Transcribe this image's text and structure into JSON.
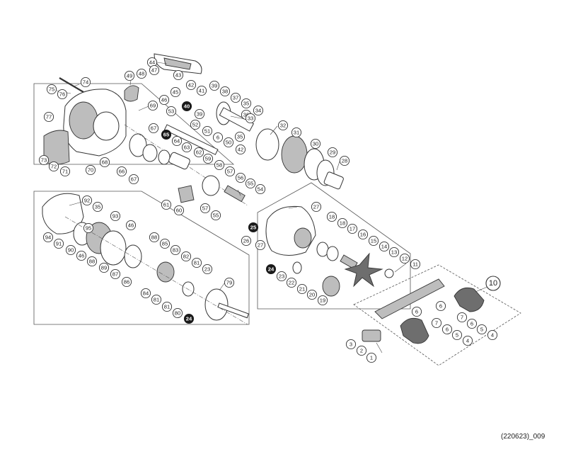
{
  "footer_code": "(220623)_009",
  "callouts": [
    {
      "label": "74",
      "style": "normal"
    },
    {
      "label": "75",
      "style": "normal"
    },
    {
      "label": "76",
      "style": "normal"
    },
    {
      "label": "77",
      "style": "normal"
    },
    {
      "label": "73",
      "style": "normal"
    },
    {
      "label": "72",
      "style": "normal"
    },
    {
      "label": "71",
      "style": "normal"
    },
    {
      "label": "70",
      "style": "normal"
    },
    {
      "label": "68",
      "style": "normal"
    },
    {
      "label": "69",
      "style": "normal"
    },
    {
      "label": "66",
      "style": "normal"
    },
    {
      "label": "67",
      "style": "normal"
    },
    {
      "label": "67",
      "style": "normal"
    },
    {
      "label": "44",
      "style": "normal"
    },
    {
      "label": "43",
      "style": "normal"
    },
    {
      "label": "49",
      "style": "normal"
    },
    {
      "label": "48",
      "style": "normal"
    },
    {
      "label": "47",
      "style": "normal"
    },
    {
      "label": "45",
      "style": "normal"
    },
    {
      "label": "46",
      "style": "normal"
    },
    {
      "label": "42",
      "style": "normal"
    },
    {
      "label": "41",
      "style": "normal"
    },
    {
      "label": "40",
      "style": "dark"
    },
    {
      "label": "39",
      "style": "normal"
    },
    {
      "label": "38",
      "style": "normal"
    },
    {
      "label": "37",
      "style": "normal"
    },
    {
      "label": "35",
      "style": "normal"
    },
    {
      "label": "36",
      "style": "normal"
    },
    {
      "label": "34",
      "style": "normal"
    },
    {
      "label": "39",
      "style": "normal"
    },
    {
      "label": "33",
      "style": "normal"
    },
    {
      "label": "35",
      "style": "normal"
    },
    {
      "label": "32",
      "style": "normal"
    },
    {
      "label": "31",
      "style": "normal"
    },
    {
      "label": "30",
      "style": "normal"
    },
    {
      "label": "29",
      "style": "normal"
    },
    {
      "label": "28",
      "style": "normal"
    },
    {
      "label": "53",
      "style": "normal"
    },
    {
      "label": "52",
      "style": "normal"
    },
    {
      "label": "51",
      "style": "normal"
    },
    {
      "label": "6",
      "style": "normal"
    },
    {
      "label": "50",
      "style": "normal"
    },
    {
      "label": "42",
      "style": "normal"
    },
    {
      "label": "65",
      "style": "dark"
    },
    {
      "label": "64",
      "style": "normal"
    },
    {
      "label": "63",
      "style": "normal"
    },
    {
      "label": "62",
      "style": "normal"
    },
    {
      "label": "59",
      "style": "normal"
    },
    {
      "label": "58",
      "style": "normal"
    },
    {
      "label": "57",
      "style": "normal"
    },
    {
      "label": "56",
      "style": "normal"
    },
    {
      "label": "55",
      "style": "normal"
    },
    {
      "label": "54",
      "style": "normal"
    },
    {
      "label": "57",
      "style": "normal"
    },
    {
      "label": "55",
      "style": "normal"
    },
    {
      "label": "61",
      "style": "normal"
    },
    {
      "label": "60",
      "style": "normal"
    },
    {
      "label": "92",
      "style": "normal"
    },
    {
      "label": "35",
      "style": "normal"
    },
    {
      "label": "93",
      "style": "normal"
    },
    {
      "label": "46",
      "style": "normal"
    },
    {
      "label": "95",
      "style": "normal"
    },
    {
      "label": "94",
      "style": "normal"
    },
    {
      "label": "91",
      "style": "normal"
    },
    {
      "label": "90",
      "style": "normal"
    },
    {
      "label": "46",
      "style": "normal"
    },
    {
      "label": "88",
      "style": "normal"
    },
    {
      "label": "89",
      "style": "normal"
    },
    {
      "label": "87",
      "style": "normal"
    },
    {
      "label": "86",
      "style": "normal"
    },
    {
      "label": "88",
      "style": "normal"
    },
    {
      "label": "85",
      "style": "normal"
    },
    {
      "label": "83",
      "style": "normal"
    },
    {
      "label": "82",
      "style": "normal"
    },
    {
      "label": "81",
      "style": "normal"
    },
    {
      "label": "84",
      "style": "normal"
    },
    {
      "label": "81",
      "style": "normal"
    },
    {
      "label": "81",
      "style": "normal"
    },
    {
      "label": "80",
      "style": "normal"
    },
    {
      "label": "23",
      "style": "normal"
    },
    {
      "label": "24",
      "style": "dark"
    },
    {
      "label": "79",
      "style": "normal"
    },
    {
      "label": "27",
      "style": "normal"
    },
    {
      "label": "25",
      "style": "dark"
    },
    {
      "label": "26",
      "style": "normal"
    },
    {
      "label": "27",
      "style": "normal"
    },
    {
      "label": "24",
      "style": "dark"
    },
    {
      "label": "23",
      "style": "normal"
    },
    {
      "label": "22",
      "style": "normal"
    },
    {
      "label": "21",
      "style": "normal"
    },
    {
      "label": "20",
      "style": "normal"
    },
    {
      "label": "19",
      "style": "normal"
    },
    {
      "label": "18",
      "style": "normal"
    },
    {
      "label": "18",
      "style": "normal"
    },
    {
      "label": "17",
      "style": "normal"
    },
    {
      "label": "16",
      "style": "normal"
    },
    {
      "label": "15",
      "style": "normal"
    },
    {
      "label": "14",
      "style": "normal"
    },
    {
      "label": "13",
      "style": "normal"
    },
    {
      "label": "12",
      "style": "normal"
    },
    {
      "label": "11",
      "style": "normal"
    },
    {
      "label": "10",
      "style": "big"
    },
    {
      "label": "6",
      "style": "normal"
    },
    {
      "label": "7",
      "style": "normal"
    },
    {
      "label": "6",
      "style": "normal"
    },
    {
      "label": "5",
      "style": "normal"
    },
    {
      "label": "4",
      "style": "normal"
    },
    {
      "label": "6",
      "style": "normal"
    },
    {
      "label": "7",
      "style": "normal"
    },
    {
      "label": "6",
      "style": "normal"
    },
    {
      "label": "5",
      "style": "normal"
    },
    {
      "label": "4",
      "style": "normal"
    },
    {
      "label": "3",
      "style": "normal"
    },
    {
      "label": "2",
      "style": "normal"
    },
    {
      "label": "1",
      "style": "normal"
    }
  ]
}
